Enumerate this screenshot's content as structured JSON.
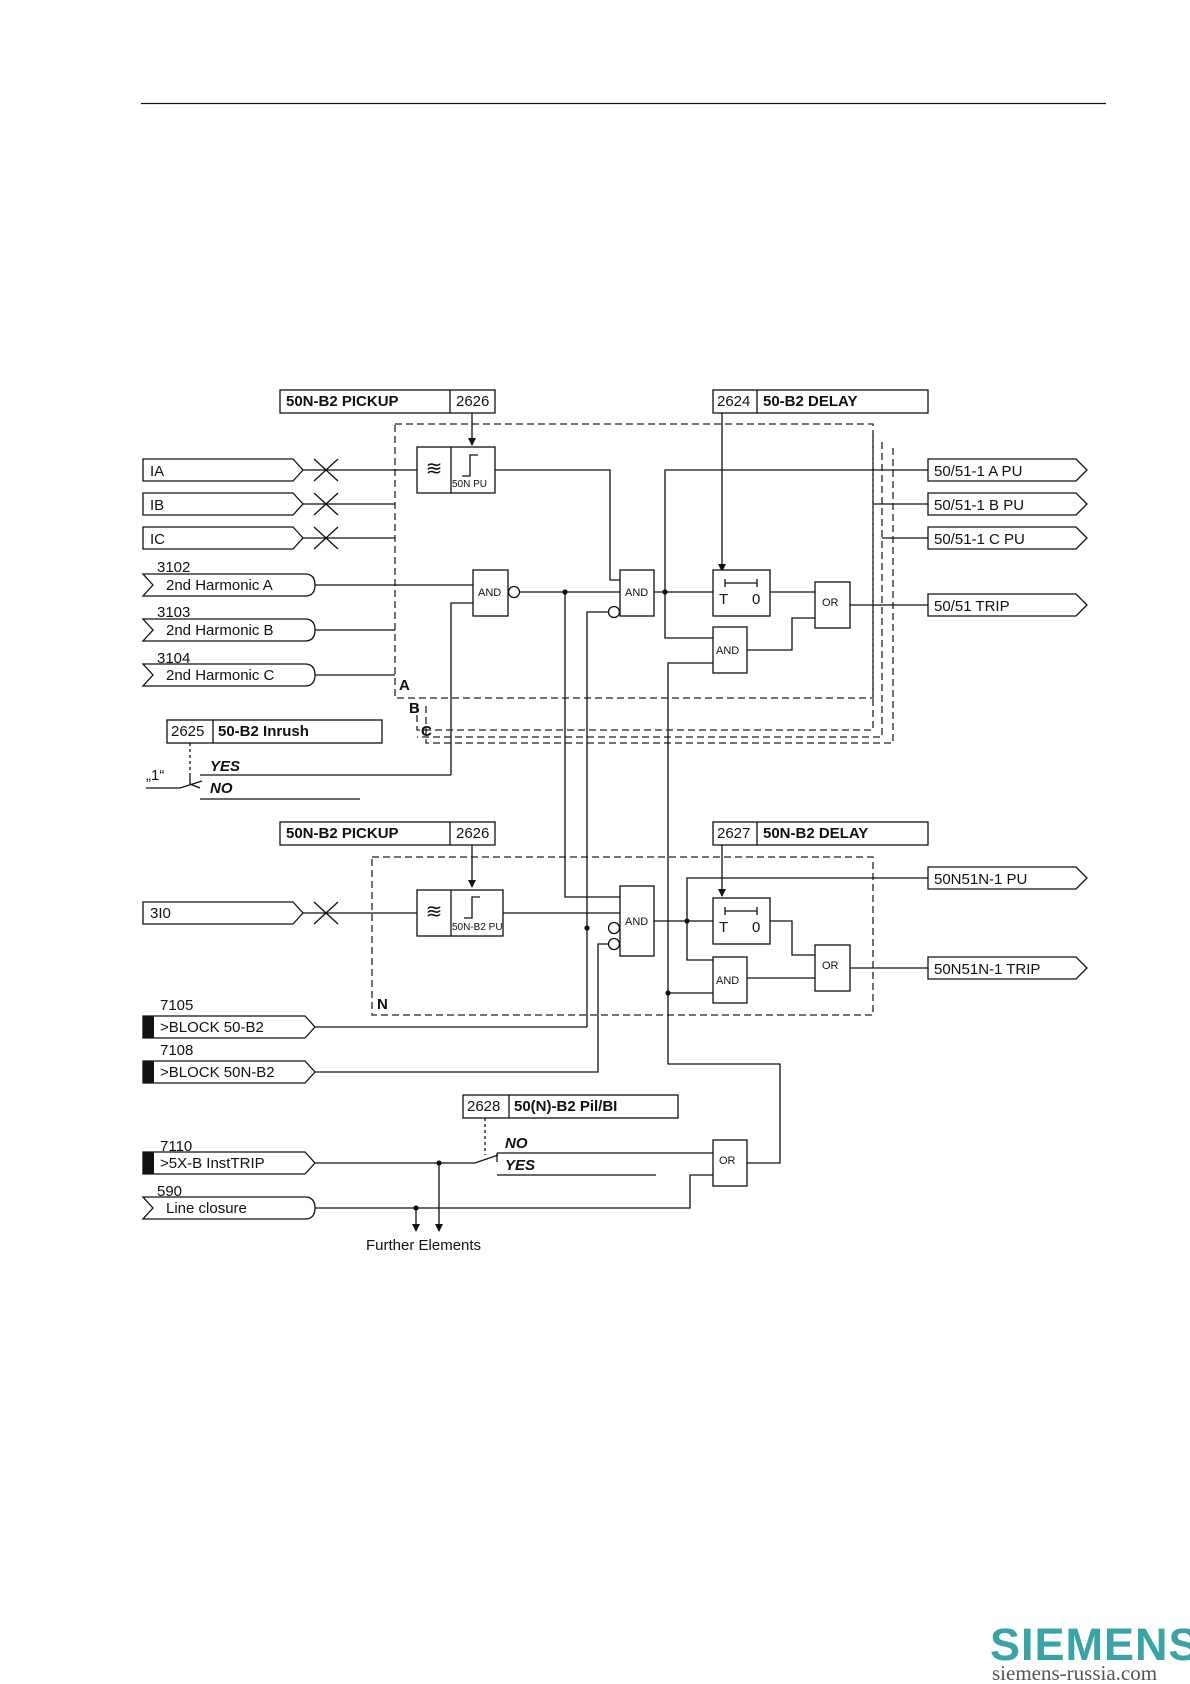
{
  "params": {
    "p2626a": {
      "num": "2626",
      "label": "50N-B2 PICKUP"
    },
    "p2624": {
      "num": "2624",
      "label": "50-B2 DELAY"
    },
    "p2625": {
      "num": "2625",
      "label": "50-B2 Inrush"
    },
    "p2626b": {
      "num": "2626",
      "label": "50N-B2 PICKUP"
    },
    "p2627": {
      "num": "2627",
      "label": "50N-B2 DELAY"
    },
    "p2628": {
      "num": "2628",
      "label": "50(N)-B2 Pil/BI"
    }
  },
  "inputs": {
    "ia": "IA",
    "ib": "IB",
    "ic": "IC",
    "h2a": {
      "num": "3102",
      "label": "2nd Harmonic A"
    },
    "h2b": {
      "num": "3103",
      "label": "2nd Harmonic B"
    },
    "h2c": {
      "num": "3104",
      "label": "2nd Harmonic C"
    },
    "i0": "3I0",
    "blk50": {
      "num": "7105",
      "label": ">BLOCK 50-B2"
    },
    "blk50n": {
      "num": "7108",
      "label": ">BLOCK 50N-B2"
    },
    "insttrip": {
      "num": "7110",
      "label": ">5X-B InstTRIP"
    },
    "lineclosure": {
      "num": "590",
      "label": "Line closure"
    }
  },
  "outputs": {
    "apu": "50/51-1 A PU",
    "bpu": "50/51-1 B PU",
    "cpu": "50/51-1 C PU",
    "trip": "50/51 TRIP",
    "npu": "50N51N-1 PU",
    "ntrip": "50N51N-1 TRIP"
  },
  "gates": {
    "and": "AND",
    "or": "OR",
    "timer_t": "T",
    "timer_zero": "0"
  },
  "threshold": {
    "phase": "50N PU",
    "ground": "50N-B2 PU"
  },
  "switch": {
    "one": "„1“",
    "yes": "YES",
    "no": "NO"
  },
  "phase_labels": {
    "a": "A",
    "b": "B",
    "c": "C",
    "n": "N"
  },
  "further": "Further Elements",
  "brand": {
    "name": "SIEMENS",
    "url": "siemens-russia.com",
    "color": "#3aa3a6"
  }
}
